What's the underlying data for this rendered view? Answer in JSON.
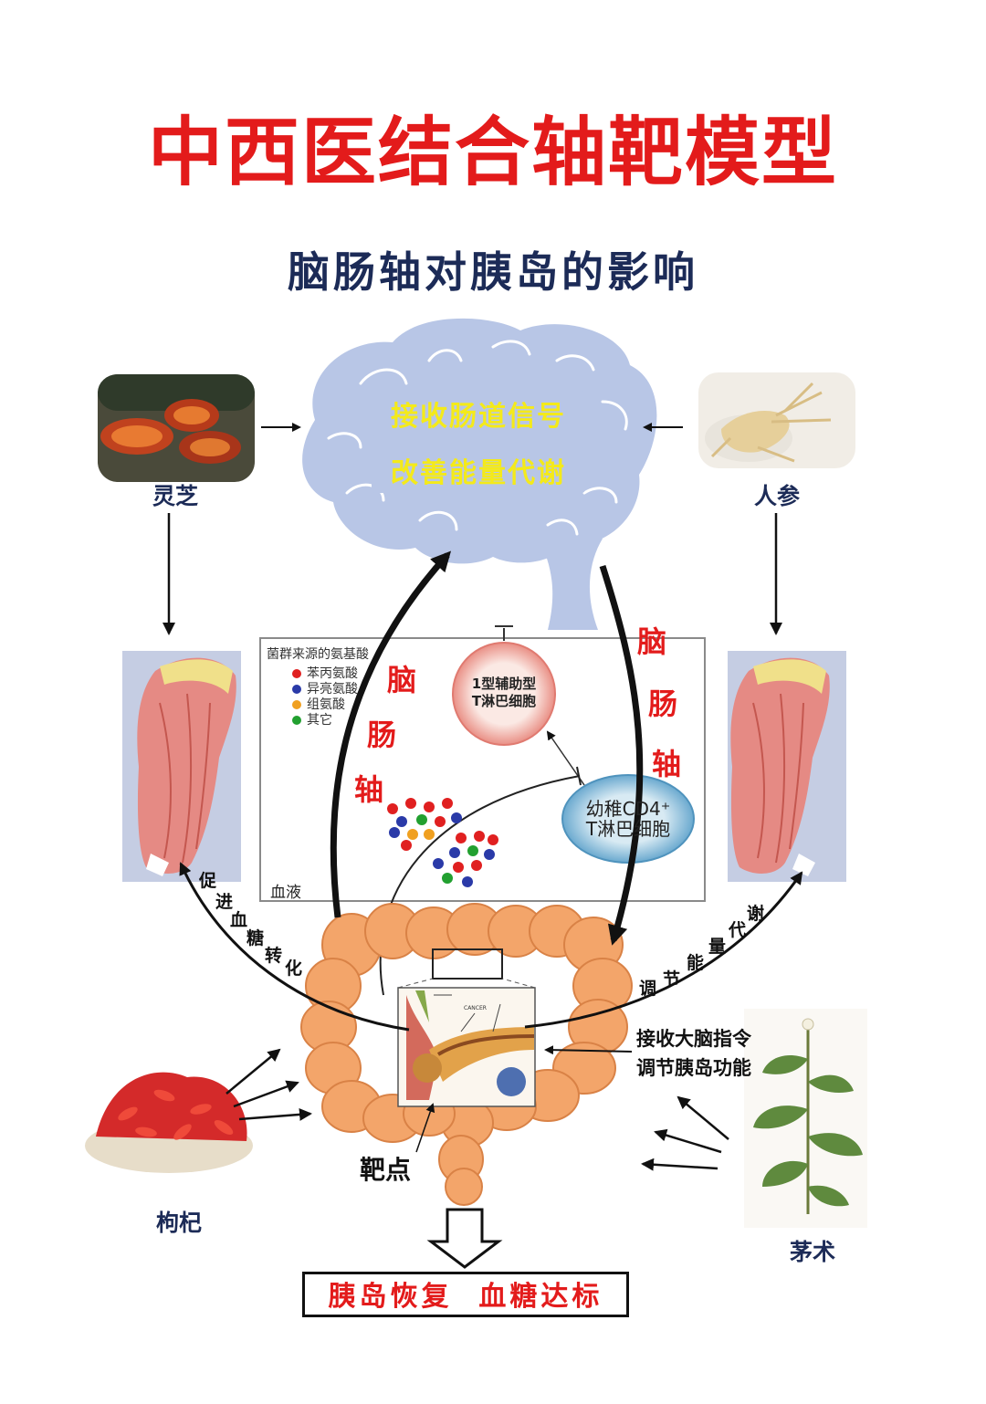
{
  "title": "中西医结合轴靶模型",
  "subtitle": "脑肠轴对胰岛的影响",
  "brain": {
    "signal_text": "接收肠道信号",
    "energy_text": "改善能量代谢"
  },
  "herbs": {
    "lingzhi": "灵芝",
    "renshen": "人参",
    "gouqi": "枸杞",
    "maozhu": "茅术"
  },
  "gut_brain_axis_label": [
    "脑",
    "肠",
    "轴"
  ],
  "inset": {
    "title": "菌群来源的氨基酸",
    "legend": [
      {
        "label": "苯丙氨酸",
        "color": "#e02020"
      },
      {
        "label": "异亮氨酸",
        "color": "#2a3aa8"
      },
      {
        "label": "组氨酸",
        "color": "#f0a020"
      },
      {
        "label": "其它",
        "color": "#22a030"
      }
    ],
    "th1_label_line1": "1型辅助型",
    "th1_label_line2": "T淋巴细胞",
    "naive_label_line1": "幼稚CD4⁺",
    "naive_label_line2": "T淋巴细胞",
    "blood_label": "血液"
  },
  "left_curve_chars": [
    "促",
    "进",
    "血",
    "糖",
    "转",
    "化"
  ],
  "right_curve_chars": [
    "调",
    "节",
    "能",
    "量",
    "代",
    "谢"
  ],
  "pancreas_note_line1": "接收大脑指令",
  "pancreas_note_line2": "调节胰岛功能",
  "target_label": "靶点",
  "pancreas_image_labels": {
    "cancer": "CANCER"
  },
  "result": "胰岛恢复  血糖达标",
  "colors": {
    "title_red": "#e31b1b",
    "navy": "#1c2b57",
    "brain_blue": "#b8c6e6",
    "colon_orange": "#f3a56a",
    "brain_text_yellow": "#f4ea1a"
  }
}
